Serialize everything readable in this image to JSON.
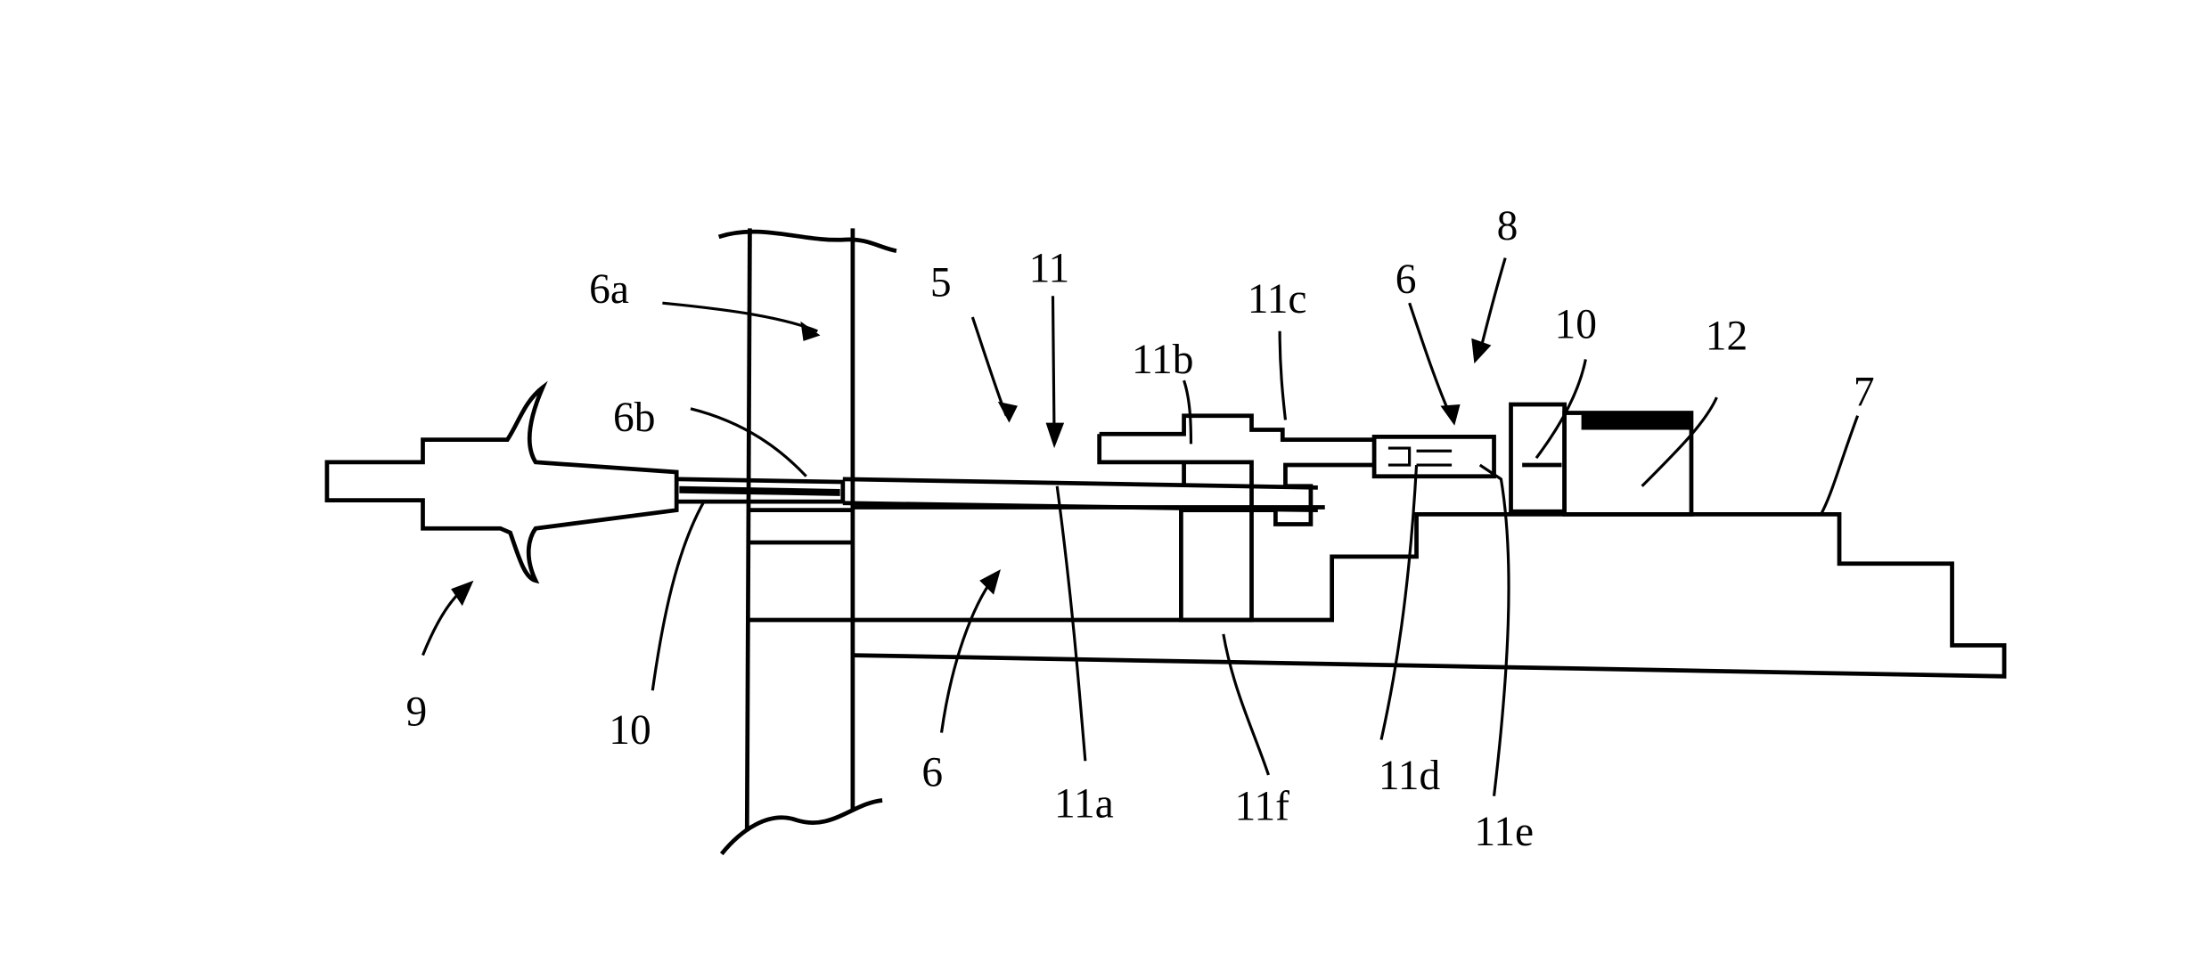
{
  "figure": {
    "labels": {
      "l_6a": "6a",
      "l_5": "5",
      "l_11": "11",
      "l_11c": "11c",
      "l_6_top": "6",
      "l_8": "8",
      "l_10_right": "10",
      "l_12": "12",
      "l_7": "7",
      "l_11b": "11b",
      "l_6b": "6b",
      "l_9": "9",
      "l_10_left": "10",
      "l_6_bottom": "6",
      "l_11a": "11a",
      "l_11f": "11f",
      "l_11d": "11d",
      "l_11e": "11e"
    }
  }
}
